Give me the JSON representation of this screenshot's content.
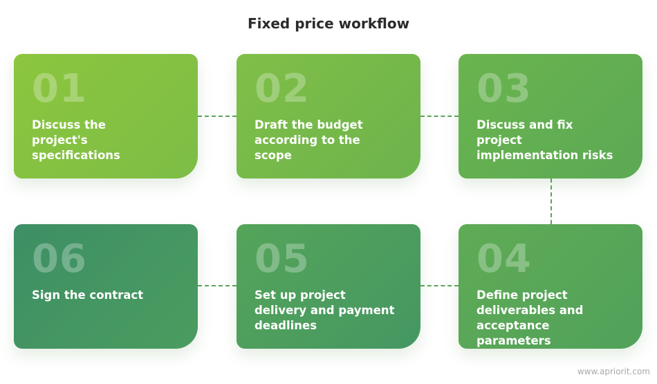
{
  "title": "Fixed price workflow",
  "steps": [
    {
      "number": "01",
      "text": "Discuss the project's specifications",
      "color_start": "#8cc63e",
      "color_end": "#7dbd46"
    },
    {
      "number": "02",
      "text": "Draft the budget according to the scope",
      "color_start": "#80bf47",
      "color_end": "#6db34d"
    },
    {
      "number": "03",
      "text": "Discuss and fix project implementation risks",
      "color_start": "#6ab44e",
      "color_end": "#5ca955"
    },
    {
      "number": "04",
      "text": "Define project deliverables and acceptance parameters",
      "color_start": "#5fab55",
      "color_end": "#51a15b"
    },
    {
      "number": "05",
      "text": "Set up project delivery and payment deadlines",
      "color_start": "#55a45a",
      "color_end": "#459762"
    },
    {
      "number": "06",
      "text": "Sign the contract",
      "color_start": "#3d8f65",
      "color_end": "#4b9c5f"
    }
  ],
  "watermark": "www.apriorit.com"
}
